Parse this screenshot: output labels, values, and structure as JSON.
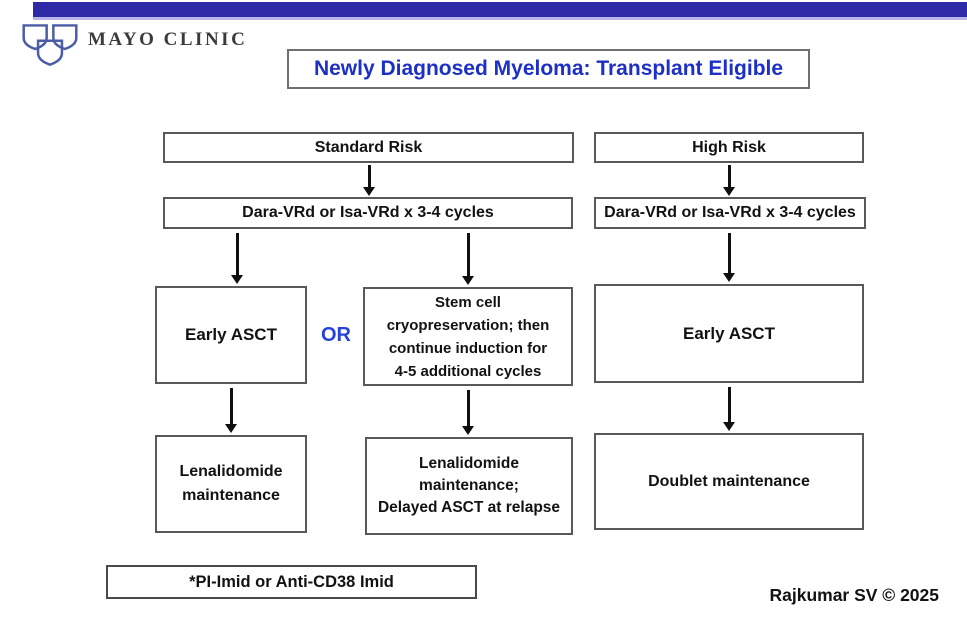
{
  "header": {
    "logo_text": "MAYO CLINIC"
  },
  "title": {
    "text": "Newly Diagnosed Myeloma: Transplant Eligible"
  },
  "flowchart": {
    "standard_risk": {
      "header": "Standard Risk",
      "induction": "Dara-VRd or Isa-VRd x 3-4 cycles",
      "early_asct": "Early ASCT",
      "or_label": "OR",
      "stem_cell": "Stem cell\ncryopreservation; then\ncontinue induction for\n4-5 additional cycles",
      "maintenance_early": "Lenalidomide\nmaintenance",
      "maintenance_delayed": "Lenalidomide\nmaintenance;\nDelayed ASCT at relapse"
    },
    "high_risk": {
      "header": "High Risk",
      "induction": "Dara-VRd or Isa-VRd x 3-4 cycles",
      "early_asct": "Early ASCT",
      "maintenance": "Doublet maintenance"
    }
  },
  "footnote": "*PI-Imid or Anti-CD38 Imid",
  "credit": "Rajkumar SV © 2025",
  "colors": {
    "top_bar_blue": "#2E2AA5",
    "title_blue": "#1C2FC6",
    "or_blue": "#2742D8",
    "logo_shield_blue": "#4A5CA6",
    "box_border_gray": "#595959"
  }
}
